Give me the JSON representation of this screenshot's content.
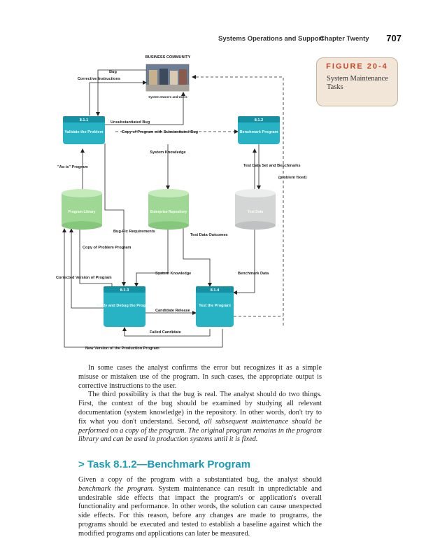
{
  "header": {
    "running_title": "Systems Operations and Support",
    "chapter": "Chapter Twenty",
    "page_number": "707"
  },
  "figure": {
    "label": "FIGURE 20-4",
    "caption": "System Maintenance Tasks",
    "accent_color": "#c9482a",
    "box_color": "#f2e6d8"
  },
  "diagram": {
    "business_community": "BUSINESS COMMUNITY",
    "system_owners_users": "System Owners and Users",
    "bug": "Bug",
    "corrective_instructions": "Corrective Instructions",
    "unsubstantiated_bug": "Unsubstantiated Bug",
    "copy_of_program": "Copy of Program with Substantiated Bug",
    "p811_id": "8.1.1",
    "p811_name": "Validate the Problem",
    "p812_id": "8.1.2",
    "p812_name": "Benchmark Program",
    "p813_id": "8.1.3",
    "p813_name": "Study and Debug the Program",
    "p814_id": "8.1.4",
    "p814_name": "Test the Program",
    "system_knowledge": "System Knowledge",
    "as_is_program": "\"As-is\" Program",
    "test_data_set": "Test Data Set and Benchmarks",
    "problem_fixed": "(problem fixed)",
    "ds_program_library": "Program Library",
    "ds_enterprise_repository": "Enterprise Repository",
    "ds_test_data": "Test Data",
    "bug_fix_requirements": "Bug-Fix Requirements",
    "test_data_outcomes": "Test Data Outcomes",
    "copy_of_problem_program": "Copy of Problem Program",
    "corrected_version": "Corrected Version of Program",
    "system_knowledge_2": "System Knowledge",
    "benchmark_data": "Benchmark Data",
    "candidate_release": "Candidate Release",
    "failed_candidate": "Failed Candidate",
    "new_version": "New Version of the Production Program",
    "process_color": "#27b3c4",
    "store_color": "#9ed894"
  },
  "body": {
    "p1": "In some cases the analyst confirms the error but recognizes it as a simple misuse or mistaken use of the program. In such cases, the appropriate output is corrective instructions to the user.",
    "p2_a": "The third possibility is that the bug is real. The analyst should do two things. First, the context of the bug should be examined by studying all relevant documentation (system knowledge) in the repository. In other words, don't try to fix what you don't understand. Second, ",
    "p2_em": "all subsequent maintenance should be performed on a copy of the program. The original program remains in the program library and can be used in production systems until it is fixed.",
    "section_heading": "> Task 8.1.2—Benchmark Program",
    "p3_a": "Given a copy of the program with a substantiated bug, the analyst should ",
    "p3_em": "benchmark the program.",
    "p3_b": " System maintenance can result in unpredictable and undesirable side effects that impact the program's or application's overall functionality and performance. In other words, the solution can cause unexpected side effects. For this reason, before any changes are made to programs, the programs should be executed and tested to establish a baseline against which the modified programs and applications can later be measured."
  }
}
